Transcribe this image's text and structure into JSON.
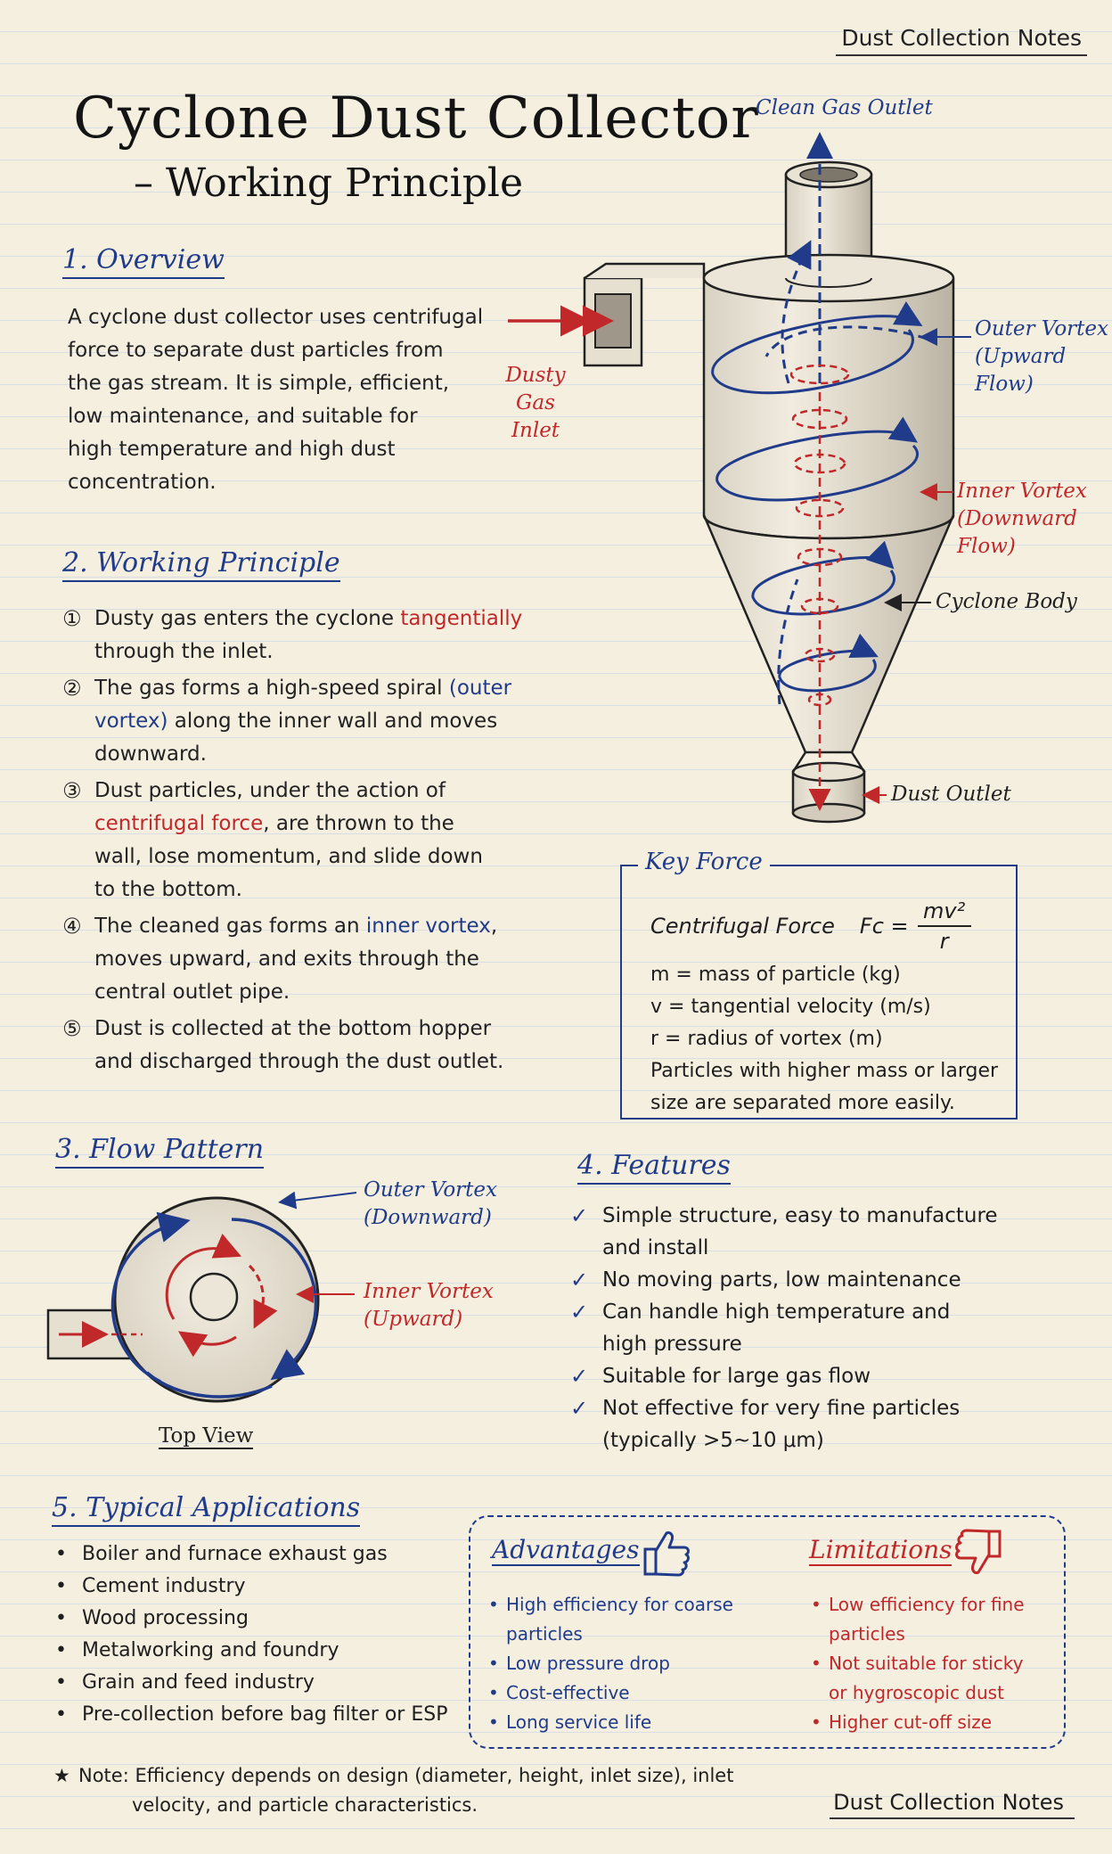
{
  "header": {
    "note": "Dust Collection Notes"
  },
  "title": {
    "line1": "Cyclone Dust Collector",
    "line2": "– Working Principle"
  },
  "overview": {
    "heading": "1. Overview",
    "lines": [
      "A cyclone dust collector uses centrifugal",
      "force to separate dust particles from",
      "the gas stream. It is simple, efficient,",
      "low maintenance, and suitable for",
      "high temperature and high dust",
      "concentration."
    ]
  },
  "working": {
    "heading": "2. Working Principle",
    "steps": [
      {
        "num": "①",
        "lines": [
          [
            {
              "t": "Dusty gas enters the cyclone "
            },
            {
              "t": "tangentially",
              "c": "red"
            }
          ],
          [
            {
              "t": "through the inlet."
            }
          ]
        ]
      },
      {
        "num": "②",
        "lines": [
          [
            {
              "t": "The gas forms a high-speed spiral "
            },
            {
              "t": "(outer",
              "c": "blue"
            }
          ],
          [
            {
              "t": "vortex)",
              "c": "blue"
            },
            {
              "t": " along the inner wall and moves"
            }
          ],
          [
            {
              "t": "downward."
            }
          ]
        ]
      },
      {
        "num": "③",
        "lines": [
          [
            {
              "t": "Dust particles, under the action of"
            }
          ],
          [
            {
              "t": "centrifugal force",
              "c": "red"
            },
            {
              "t": ", are thrown to the"
            }
          ],
          [
            {
              "t": "wall, lose momentum, and slide down"
            }
          ],
          [
            {
              "t": "to the bottom."
            }
          ]
        ]
      },
      {
        "num": "④",
        "lines": [
          [
            {
              "t": "The cleaned gas forms an "
            },
            {
              "t": "inner vortex",
              "c": "blue"
            },
            {
              "t": ","
            }
          ],
          [
            {
              "t": "moves upward, and exits through the"
            }
          ],
          [
            {
              "t": "central outlet pipe."
            }
          ]
        ]
      },
      {
        "num": "⑤",
        "lines": [
          [
            {
              "t": "Dust is collected at the bottom hopper"
            }
          ],
          [
            {
              "t": "and discharged through the dust outlet."
            }
          ]
        ]
      }
    ]
  },
  "diagram": {
    "clean_outlet": "Clean Gas Outlet",
    "dusty_inlet": [
      "Dusty Gas",
      "Inlet"
    ],
    "outer_vortex": [
      "Outer Vortex",
      "(Upward Flow)"
    ],
    "inner_vortex": [
      "Inner Vortex",
      "(Downward Flow)"
    ],
    "cyclone_body": "Cyclone Body",
    "dust_outlet": "Dust Outlet"
  },
  "key_force": {
    "title": "Key Force",
    "formula_label": "Centrifugal Force",
    "formula_lhs": "Fc =",
    "numerator": "mv²",
    "denominator": "r",
    "lines": [
      "m = mass of particle (kg)",
      "v = tangential velocity (m/s)",
      "r = radius of vortex (m)",
      "Particles with higher mass or larger",
      "size are separated more easily."
    ]
  },
  "flow": {
    "heading": "3. Flow Pattern",
    "outer_label": [
      "Outer Vortex",
      "(Downward)"
    ],
    "inner_label": [
      "Inner Vortex",
      "(Upward)"
    ],
    "caption": "Top View"
  },
  "features": {
    "heading": "4. Features",
    "items": [
      [
        "Simple structure, easy to manufacture",
        "and install"
      ],
      [
        "No moving parts, low maintenance"
      ],
      [
        "Can handle high temperature and",
        "high pressure"
      ],
      [
        "Suitable for large gas flow"
      ],
      [
        "Not effective for very fine particles",
        "(typically >5∼10 μm)"
      ]
    ]
  },
  "applications": {
    "heading": "5. Typical Applications",
    "items": [
      "Boiler and furnace exhaust gas",
      "Cement industry",
      "Wood processing",
      "Metalworking and foundry",
      "Grain and feed industry",
      "Pre-collection before bag filter or ESP"
    ]
  },
  "advantages": {
    "heading": "Advantages",
    "items": [
      [
        "High efficiency for coarse particles"
      ],
      [
        "Low pressure drop"
      ],
      [
        "Cost-effective"
      ],
      [
        "Long service life"
      ]
    ]
  },
  "limitations": {
    "heading": "Limitations",
    "items": [
      [
        "Low efficiency for fine",
        "particles"
      ],
      [
        "Not suitable for sticky",
        "or hygroscopic dust"
      ],
      [
        "Higher cut-off size"
      ]
    ]
  },
  "footer": {
    "star": "★",
    "note_lines": [
      "Note: Efficiency depends on design (diameter, height, inlet size), inlet",
      "velocity, and particle characteristics."
    ],
    "right_note": "Dust Collection Notes"
  },
  "colors": {
    "blue": "#1f3b8a",
    "red": "#c0282a",
    "ink": "#222222",
    "paper": "#f5efe0"
  }
}
